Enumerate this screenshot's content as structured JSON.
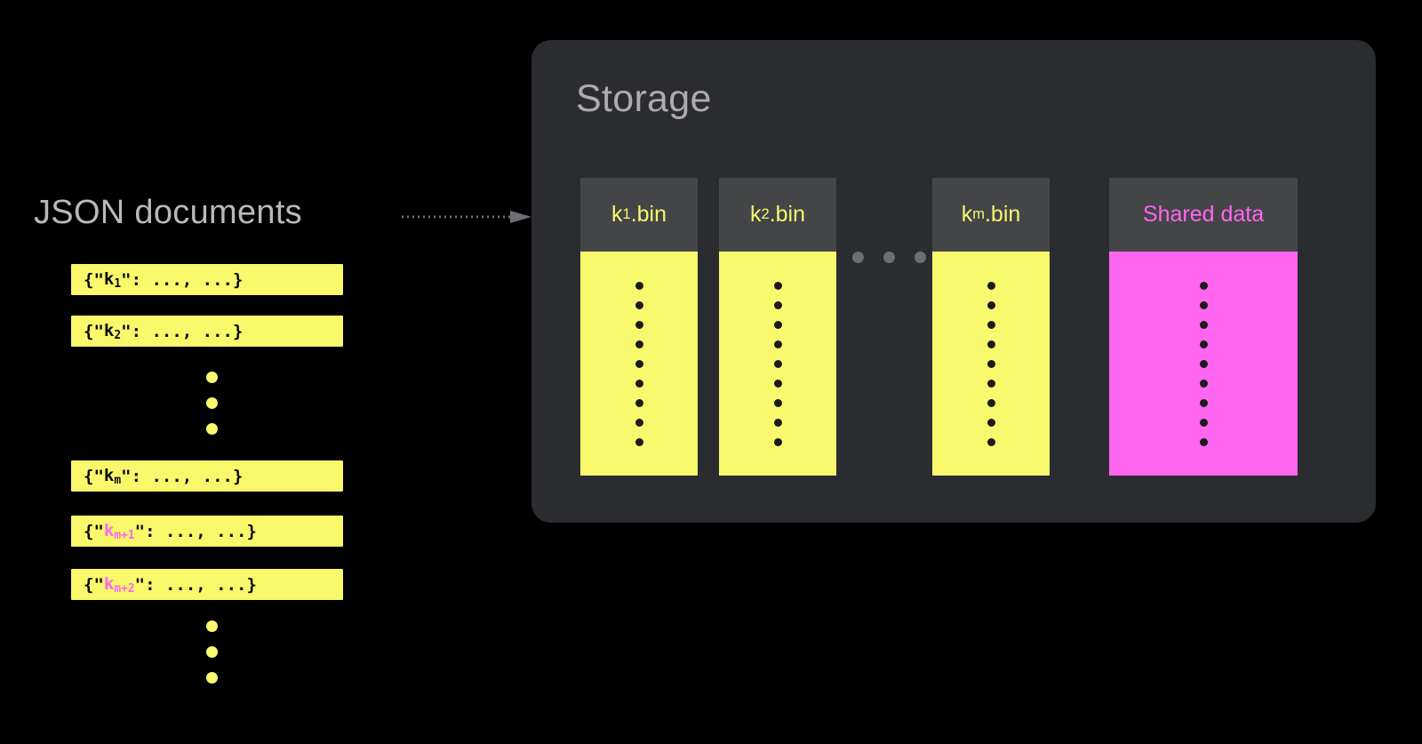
{
  "left": {
    "title": "JSON documents",
    "documents": [
      {
        "prefix": "{\"",
        "key": "k",
        "sub": "1",
        "suffix": "\": ...,  ...}",
        "highlight": false
      },
      {
        "prefix": "{\"",
        "key": "k",
        "sub": "2",
        "suffix": "\": ...,  ...}",
        "highlight": false
      },
      {
        "prefix": "{\"",
        "key": "k",
        "sub": "m",
        "suffix": "\": ...,  ...}",
        "highlight": false
      },
      {
        "prefix": "{\"",
        "key": "k",
        "sub": "m+1",
        "suffix": "\": ...,  ...}",
        "highlight": true
      },
      {
        "prefix": "{\"",
        "key": "k",
        "sub": "m+2",
        "suffix": "\": ...,  ...}",
        "highlight": true
      }
    ],
    "ellipsis_dots": 3
  },
  "connector": {
    "style": "dotted-arrow",
    "color": "#6e6f74"
  },
  "storage": {
    "title": "Storage",
    "bins": [
      {
        "name": "k",
        "sub": "1",
        "ext": ".bin",
        "label": "k1.bin",
        "color": "#f9f96d",
        "dots": 9,
        "shared": false
      },
      {
        "name": "k",
        "sub": "2",
        "ext": ".bin",
        "label": "k2.bin",
        "color": "#f9f96d",
        "dots": 9,
        "shared": false
      },
      {
        "name": "k",
        "sub": "m",
        "ext": ".bin",
        "label": "km.bin",
        "color": "#f9f96d",
        "dots": 9,
        "shared": false
      },
      {
        "name": "Shared data",
        "sub": "",
        "ext": "",
        "label": "Shared data",
        "color": "#ff66f0",
        "dots": 9,
        "shared": true
      }
    ],
    "bin_ellipsis_dots": 3
  },
  "colors": {
    "background": "#000000",
    "panel": "#2a2c30",
    "bin_header": "#444547",
    "yellow": "#f9f96d",
    "magenta": "#ff66f0",
    "text_gray": "#b9b9bb",
    "dot_gray": "#6d6e73"
  }
}
